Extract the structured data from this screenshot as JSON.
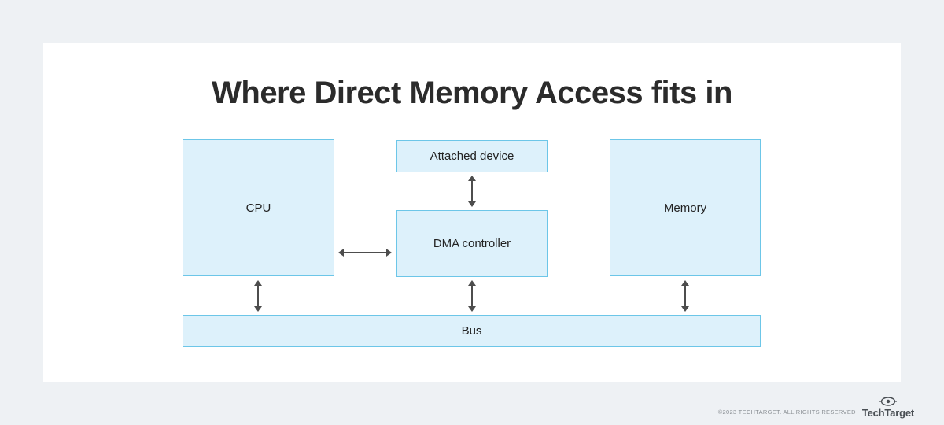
{
  "title": "Where Direct Memory Access fits in",
  "boxes": {
    "cpu": {
      "label": "CPU"
    },
    "attached_device": {
      "label": "Attached device"
    },
    "dma_controller": {
      "label": "DMA controller"
    },
    "memory": {
      "label": "Memory"
    },
    "bus": {
      "label": "Bus"
    }
  },
  "connections": [
    {
      "from": "cpu",
      "to": "dma_controller",
      "type": "bidirectional"
    },
    {
      "from": "attached_device",
      "to": "dma_controller",
      "type": "bidirectional"
    },
    {
      "from": "cpu",
      "to": "bus",
      "type": "bidirectional"
    },
    {
      "from": "dma_controller",
      "to": "bus",
      "type": "bidirectional"
    },
    {
      "from": "memory",
      "to": "bus",
      "type": "bidirectional"
    }
  ],
  "footer": {
    "copyright": "©2023 TECHTARGET. ALL RIGHTS RESERVED",
    "brand": "TechTarget"
  },
  "colors": {
    "box_fill": "#ddf1fb",
    "box_border": "#6cc6e8",
    "arrow": "#4d4d4d",
    "title": "#2b2b2b",
    "page_background": "#eef1f4"
  }
}
